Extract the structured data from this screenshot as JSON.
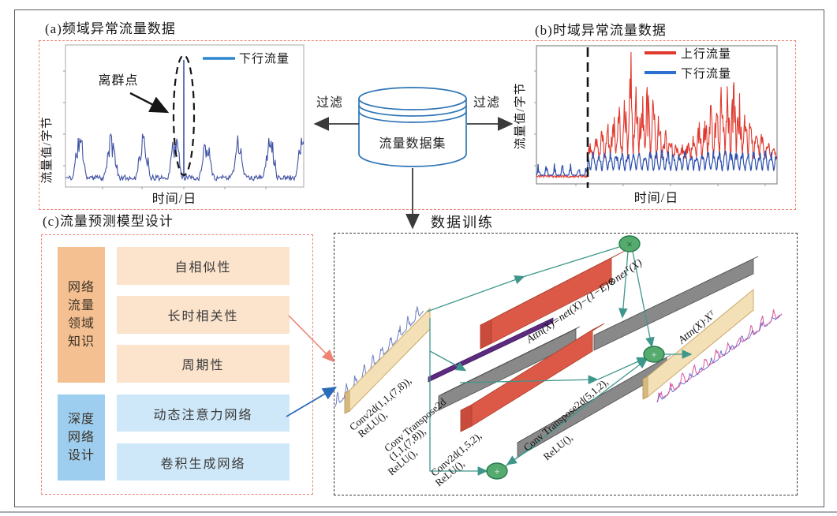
{
  "panels": {
    "a": {
      "title": "(a)频域异常流量数据",
      "ylabel": "流量值/字节",
      "xlabel": "时间/日",
      "legend_down": "下行流量",
      "annotation": "离群点",
      "series_color": "#3f51a3",
      "legend_color": "#2e86d0"
    },
    "b": {
      "title": "(b)时域异常流量数据",
      "ylabel": "流量值/字节",
      "xlabel": "时间/日",
      "legend_up": "上行流量",
      "legend_down": "下行流量",
      "up_color": "#e0392e",
      "down_color": "#2c4fae"
    },
    "c": {
      "title": "(c)流量预测模型设计",
      "groups": [
        {
          "header_lines": [
            "网络",
            "流量",
            "领域",
            "知识"
          ],
          "items": [
            "自相似性",
            "长时相关性",
            "周期性"
          ],
          "header_color": "#f4c092",
          "item_color": "#fbe3cc"
        },
        {
          "header_lines": [
            "深度",
            "网络",
            "设计"
          ],
          "items": [
            "动态注意力网络",
            "卷积生成网络"
          ],
          "header_color": "#9dcdef",
          "item_color": "#cfe8f9"
        }
      ]
    }
  },
  "center": {
    "db_label": "流量数据集",
    "filter_left": "过滤",
    "filter_right": "过滤",
    "training_label": "数据训练"
  },
  "training": {
    "l1a": "Conv2d(1,1,(7,8)),",
    "l1b": "ReLU(),",
    "l2a": "Conv Transpose2d",
    "l2b": "(1,1,(7,8)),",
    "l2c": "ReLU(),",
    "l3a": "Conv2d(1,5,2),",
    "l3b": "ReLU(),",
    "l4a": "Conv Transpose2d(5,1,2),",
    "l4b": "ReLU(),",
    "f_top": "Attn(X)=net(X)−(1−E)⊗netᵀ(X)",
    "f_right": "Attn(X)·Xᵀ",
    "times_op": "×",
    "plus_op": "+"
  },
  "colors": {
    "red_dash": "#ee8374",
    "black_dash": "#3c3c3c",
    "teal_arrow": "#3f968b",
    "tan_face": "#f4e0b6",
    "red_face": "#dd5947",
    "gray_face": "#898989",
    "purple_bar": "#5c2a80",
    "green_node": "#55aa6e",
    "db_outline": "#2e75b6",
    "out_pink": "#d9559c"
  },
  "chart_data": [
    {
      "type": "line",
      "title": "(a)频域异常流量数据",
      "xlabel": "时间/日",
      "ylabel": "流量值/字节",
      "series": [
        {
          "name": "下行流量",
          "color": "#3f51a3",
          "pattern": "periodic daily humps, one extreme outlier spike circled by dashed ellipse"
        }
      ],
      "annotations": [
        "离群点 arrow pointing at dashed ellipse around outlier spike"
      ],
      "axis_numeric_labels": false
    },
    {
      "type": "line",
      "title": "(b)时域异常流量数据",
      "xlabel": "时间/日",
      "ylabel": "流量值/字节",
      "series": [
        {
          "name": "上行流量",
          "color": "#e0392e",
          "pattern": "flat near zero before dashed boundary, then dense high-amplitude anomalous spikes with one extreme spike"
        },
        {
          "name": "下行流量",
          "color": "#2c4fae",
          "pattern": "small periodic humps before boundary, moderate periodic humps after"
        }
      ],
      "annotations": [
        "vertical black dashed line marking anomaly onset"
      ],
      "axis_numeric_labels": false
    }
  ]
}
